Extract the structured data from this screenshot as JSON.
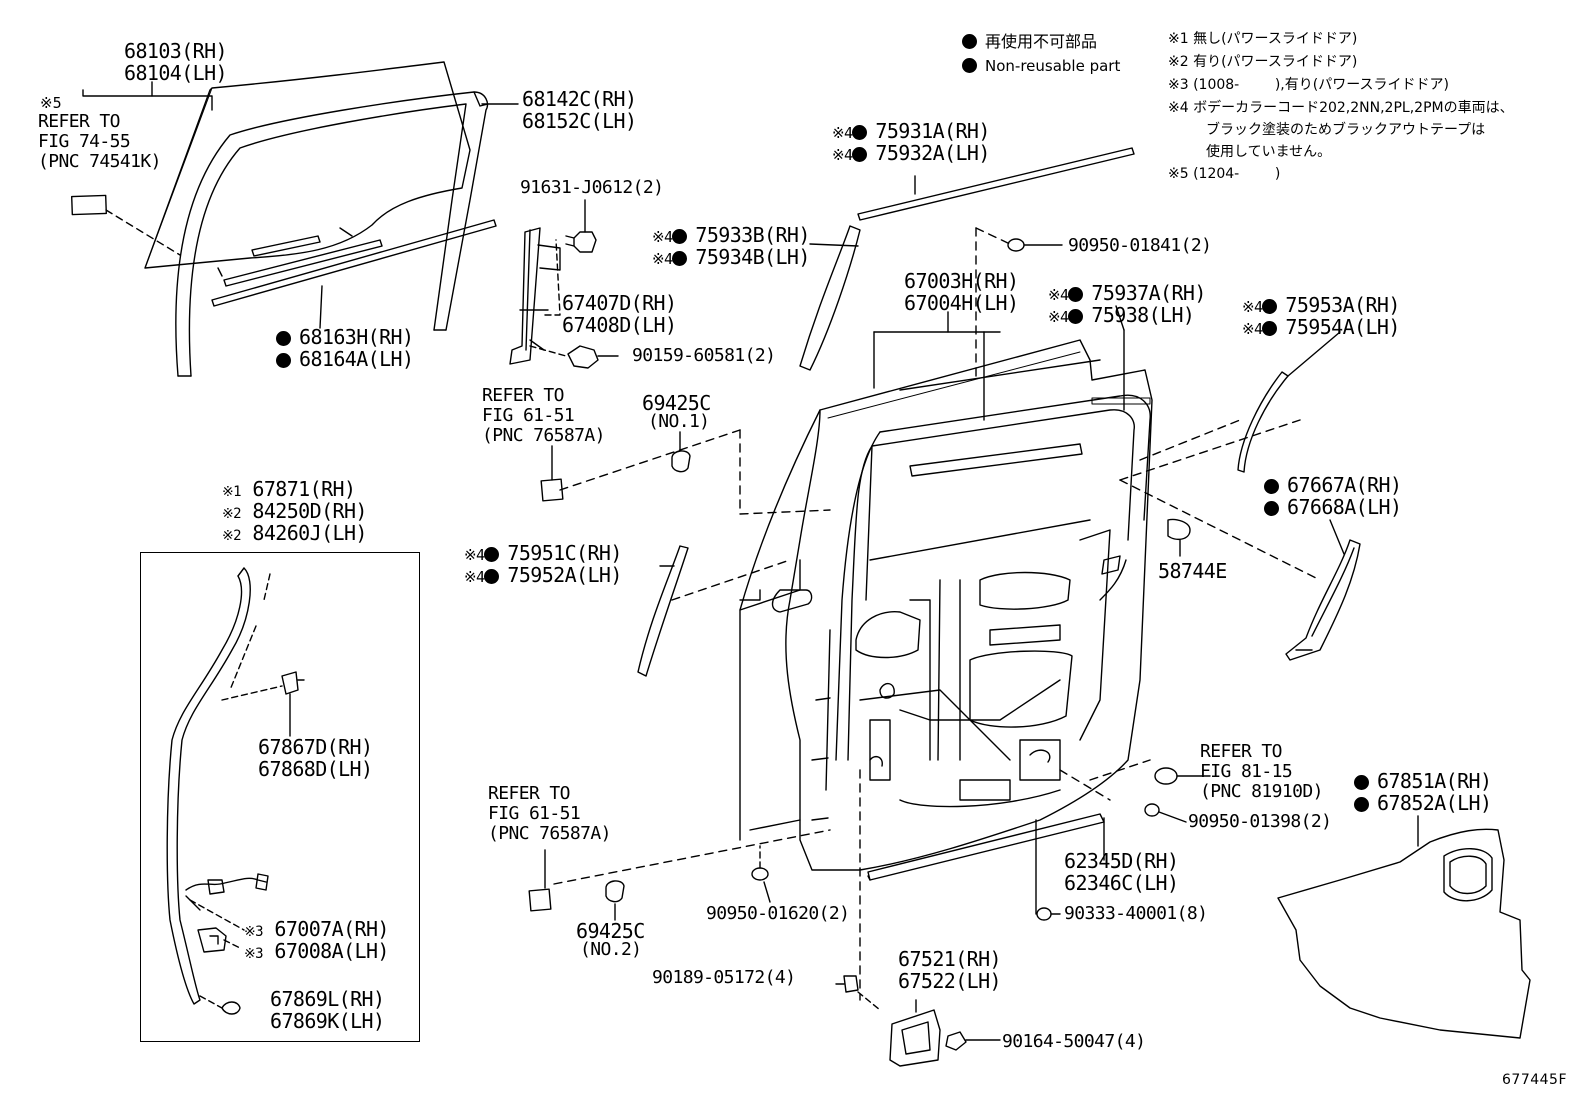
{
  "legend": {
    "non_reusable_jp": "再使用不可部品",
    "non_reusable_en": "Non-reusable part"
  },
  "footnotes": [
    "※1 無し(パワースライドドア)",
    "※2 有り(パワースライドドア)",
    "※3 (1008-        ),有り(パワースライドドア)",
    "※4 ボデーカラーコード202,2NN,2PL,2PMの車両は、",
    "ブラック塗装のためブラックアウトテープは",
    "使用していません。",
    "※5 (1204-        )"
  ],
  "labels": {
    "l68103": "68103(RH)",
    "l68104": "68104(LH)",
    "l5_mark": "※5",
    "ref74_1": "REFER TO",
    "ref74_2": "FIG 74-55",
    "ref74_3": "(PNC 74541K)",
    "l68142": "68142C(RH)",
    "l68152": "68152C(LH)",
    "l91631": "91631-J0612(2)",
    "l68163": "68163H(RH)",
    "l68164": "68164A(LH)",
    "l67407": "67407D(RH)",
    "l67408": "67408D(LH)",
    "l90159": "90159-60581(2)",
    "l75931": "75931A(RH)",
    "l75932": "75932A(LH)",
    "l75933": "75933B(RH)",
    "l75934": "75934B(LH)",
    "l90950a": "90950-01841(2)",
    "l67003": "67003H(RH)",
    "l67004": "67004H(LH)",
    "l75937": "75937A(RH)",
    "l75938": "75938(LH)",
    "l75953": "75953A(RH)",
    "l75954": "75954A(LH)",
    "ref61a_1": "REFER TO",
    "ref61a_2": "FIG 61-51",
    "ref61a_3": "(PNC 76587A)",
    "l69425a": "69425C",
    "l69425a_n": "(NO.1)",
    "l67667": "67667A(RH)",
    "l67668": "67668A(LH)",
    "l67871": "67871(RH)",
    "l84250": "84250D(RH)",
    "l84260": "84260J(LH)",
    "l75951": "75951C(RH)",
    "l75952": "75952A(LH)",
    "l58744": "58744E",
    "l67867": "67867D(RH)",
    "l67868": "67868D(LH)",
    "ref81_1": "REFER TO",
    "ref81_2": "FIG 81-15",
    "ref81_3": "(PNC 81910D)",
    "l67851": "67851A(RH)",
    "l67852": "67852A(LH)",
    "ref61b_1": "REFER TO",
    "ref61b_2": "FIG 61-51",
    "ref61b_3": "(PNC 76587A)",
    "l90950b": "90950-01398(2)",
    "l62345": "62345D(RH)",
    "l62346": "62346C(LH)",
    "l69425b": "69425C",
    "l69425b_n": "(NO.2)",
    "l90950c": "90950-01620(2)",
    "l90333": "90333-40001(8)",
    "l67007": "67007A(RH)",
    "l67008": "67008A(LH)",
    "l90189": "90189-05172(4)",
    "l67521": "67521(RH)",
    "l67522": "67522(LH)",
    "l67869l": "67869L(RH)",
    "l67869k": "67869K(LH)",
    "l90164": "90164-50047(4)",
    "m1": "※1",
    "m2": "※2",
    "m3": "※3",
    "m4": "※4",
    "figure_no": "677445F"
  }
}
